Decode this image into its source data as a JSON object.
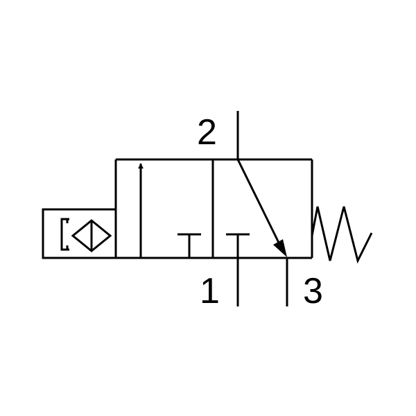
{
  "diagram": {
    "ports": {
      "outlet": "2",
      "supply": "1",
      "exhaust": "3"
    }
  },
  "colors": {
    "stroke": "#000000",
    "background": "#ffffff"
  }
}
